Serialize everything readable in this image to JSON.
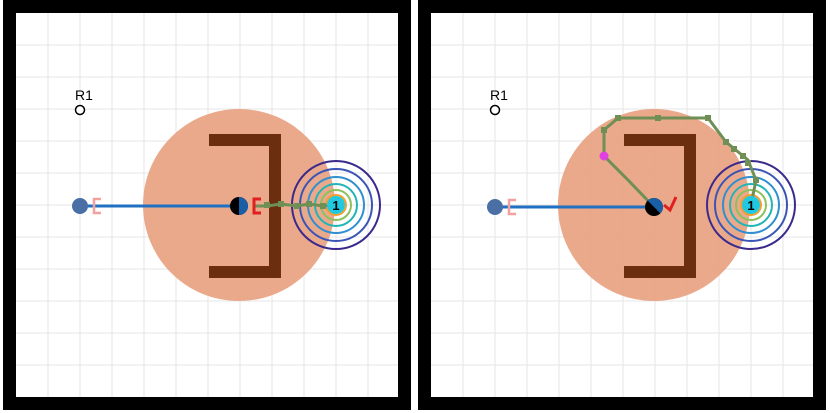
{
  "colors": {
    "frame": "#000000",
    "background": "#ffffff",
    "grid": "#e6e6e6",
    "obstacle_disk": "#e8a07e",
    "wall": "#6b2f10",
    "robot_body": "#000000",
    "robot_front": "#1f6fc2",
    "gripper": "#e02020",
    "start_gripper": "#f4a0a0",
    "start_robot": "#4a6fa5",
    "trajectory": "#1f6fc2",
    "plan_path": "#6f8f55",
    "waypoint_magenta": "#e040e0",
    "goal_fill": "#20c8e0",
    "contour_colors": [
      "#3b2a8c",
      "#3a55b5",
      "#2f8fd0",
      "#22b5b5",
      "#8cc060",
      "#f0a030"
    ]
  },
  "panels": [
    {
      "name": "left",
      "ref_label": "R1",
      "goal_label": "1",
      "icons": [
        "start-robot-icon",
        "gripper-icon",
        "robot-icon",
        "goal-icon"
      ]
    },
    {
      "name": "right",
      "ref_label": "R1",
      "goal_label": "1",
      "icons": [
        "start-robot-icon",
        "gripper-icon",
        "robot-icon",
        "goal-icon"
      ]
    }
  ]
}
